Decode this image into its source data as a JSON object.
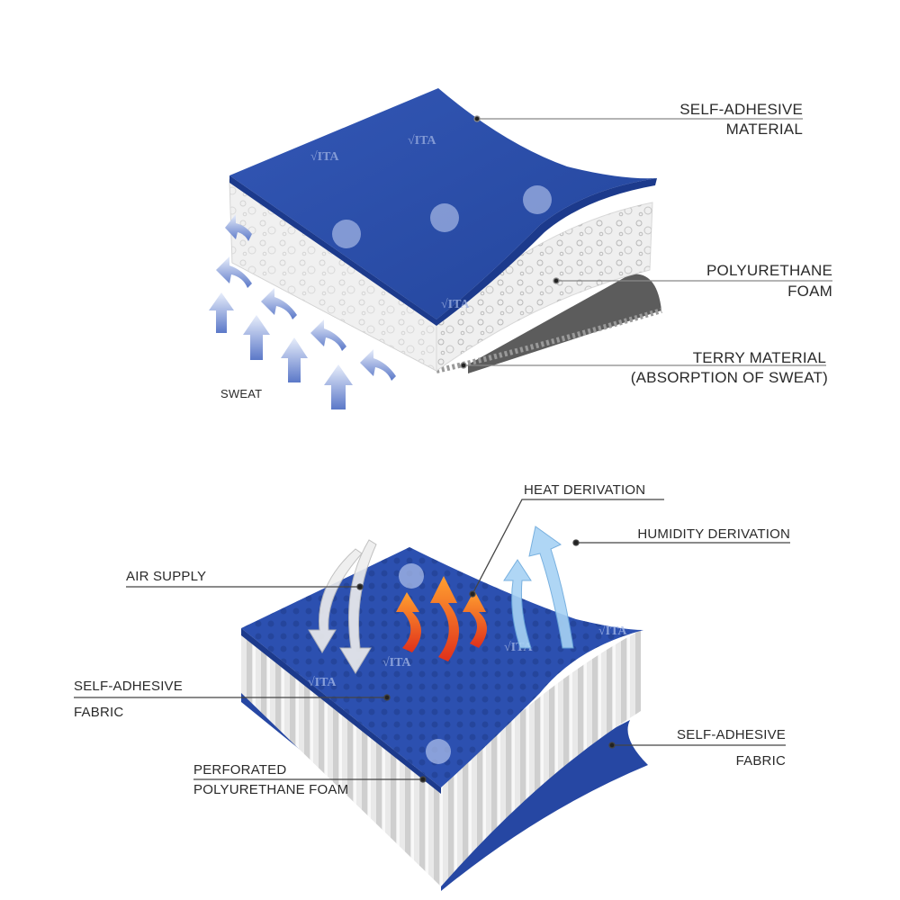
{
  "top_diagram": {
    "labels": {
      "self_adhesive_1": "SELF-ADHESIVE",
      "self_adhesive_2": "MATERIAL",
      "foam_1": "POLYURETHANE",
      "foam_2": "FOAM",
      "terry_1": "TERRY MATERIAL",
      "terry_2": "(ABSORPTION OF SWEAT)",
      "sweat": "SWEAT"
    },
    "watermark": "√ITA"
  },
  "bottom_diagram": {
    "labels": {
      "heat": "HEAT DERIVATION",
      "humidity": "HUMIDITY DERIVATION",
      "air": "AIR SUPPLY",
      "fabric_left_1": "SELF-ADHESIVE",
      "fabric_left_2": "FABRIC",
      "fabric_right_1": "SELF-ADHESIVE",
      "fabric_right_2": "FABRIC",
      "perforated_1": "PERFORATED",
      "perforated_2": "POLYURETHANE FOAM"
    },
    "watermark": "√ITA"
  },
  "colors": {
    "blue": "#2b4fa8",
    "foam": "#e4e4e4",
    "terry": "#5c5c5c",
    "heat": "#f06a1a",
    "humidity": "#8fc4ee"
  }
}
